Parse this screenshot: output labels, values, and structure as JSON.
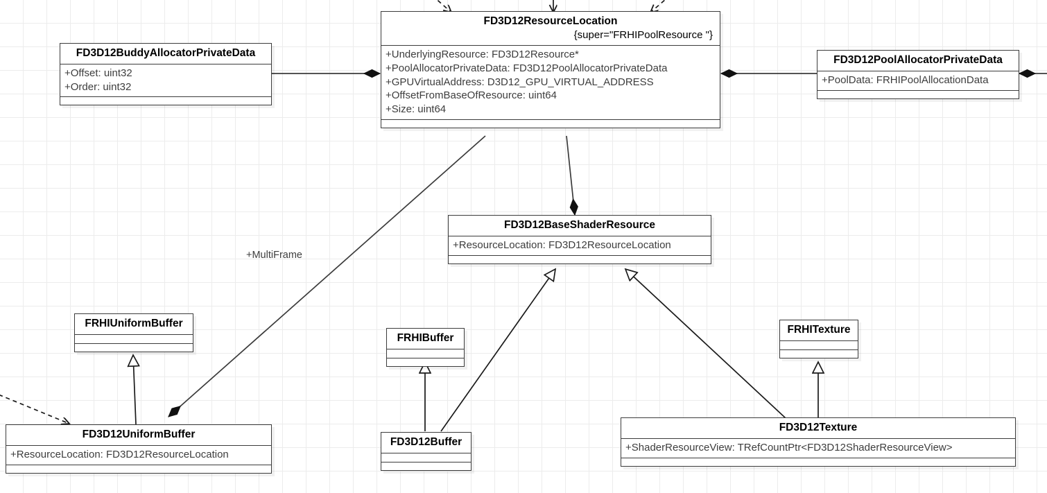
{
  "diagram": {
    "type": "uml-class-diagram",
    "background": "#ffffff",
    "grid_color": "#ececec",
    "line_color": "#3b3b3b"
  },
  "classes": {
    "buddy_allocator": {
      "name": "FD3D12BuddyAllocatorPrivateData",
      "attributes": [
        "+Offset: uint32",
        "+Order: uint32"
      ]
    },
    "resource_location": {
      "name": "FD3D12ResourceLocation",
      "super": "{super=\"FRHIPoolResource \"}",
      "attributes": [
        "+UnderlyingResource: FD3D12Resource*",
        "+PoolAllocatorPrivateData: FD3D12PoolAllocatorPrivateData",
        "+GPUVirtualAddress: D3D12_GPU_VIRTUAL_ADDRESS",
        "+OffsetFromBaseOfResource: uint64",
        "+Size: uint64"
      ]
    },
    "pool_allocator": {
      "name": "FD3D12PoolAllocatorPrivateData",
      "attributes": [
        "+PoolData: FRHIPoolAllocationData"
      ]
    },
    "base_shader_resource": {
      "name": "FD3D12BaseShaderResource",
      "attributes": [
        "+ResourceLocation: FD3D12ResourceLocation"
      ]
    },
    "frhi_uniform_buffer": {
      "name": "FRHIUniformBuffer",
      "attributes": []
    },
    "frhi_buffer": {
      "name": "FRHIBuffer",
      "attributes": []
    },
    "frhi_texture": {
      "name": "FRHITexture",
      "attributes": []
    },
    "d3d12_uniform_buffer": {
      "name": "FD3D12UniformBuffer",
      "attributes": [
        "+ResourceLocation: FD3D12ResourceLocation"
      ]
    },
    "d3d12_buffer": {
      "name": "FD3D12Buffer",
      "attributes": []
    },
    "d3d12_texture": {
      "name": "FD3D12Texture",
      "attributes": [
        "+ShaderResourceView: TRefCountPtr<FD3D12ShaderResourceView>"
      ]
    }
  },
  "edge_labels": {
    "multiframe": "+MultiFrame"
  }
}
